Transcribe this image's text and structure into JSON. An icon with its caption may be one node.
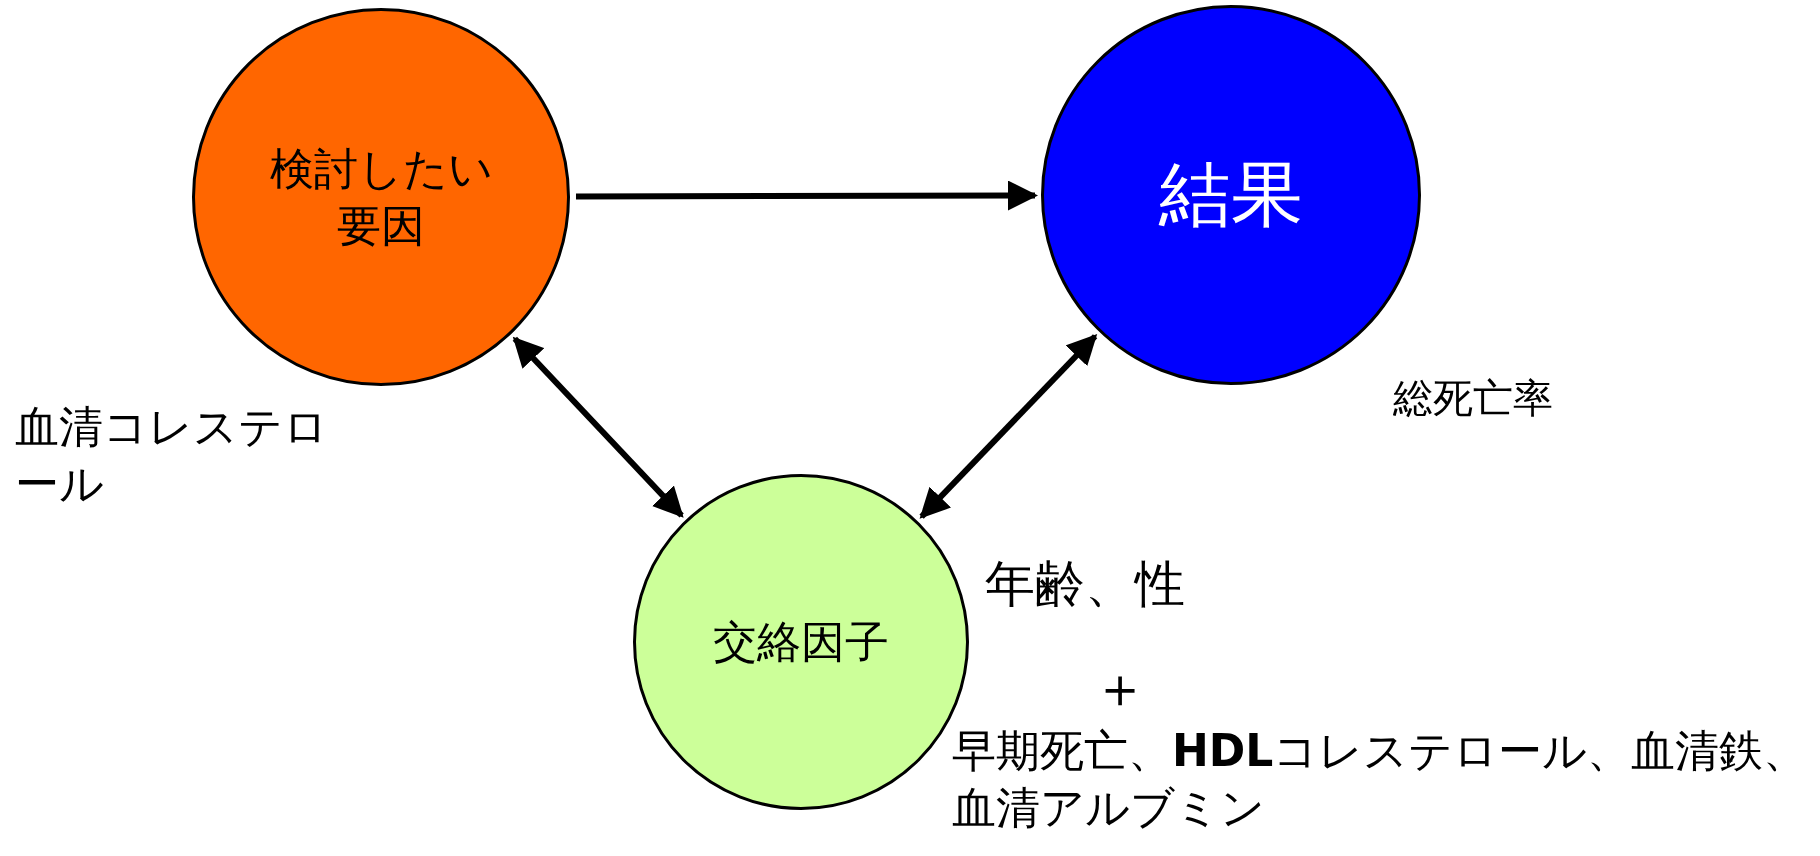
{
  "diagram": {
    "nodes": [
      {
        "text": [
          "検討したい要因"
        ],
        "beside": [
          "血清コレステロール"
        ]
      },
      {
        "text": [
          "結果"
        ],
        "beside": [
          "総死亡率"
        ]
      },
      {
        "text": [
          "交絡因子"
        ],
        "beside": [
          "年齢、性",
          "＋",
          "早期死亡、**HDL**コレステロール、血清鉄、血清アルブミン"
        ]
      }
    ],
    "edges": [
      {
        "from": 0,
        "to": 1,
        "arrow": "to"
      },
      {
        "from": 0,
        "to": 2,
        "arrow": "both"
      },
      {
        "from": 1,
        "to": 2,
        "arrow": "both"
      }
    ]
  }
}
